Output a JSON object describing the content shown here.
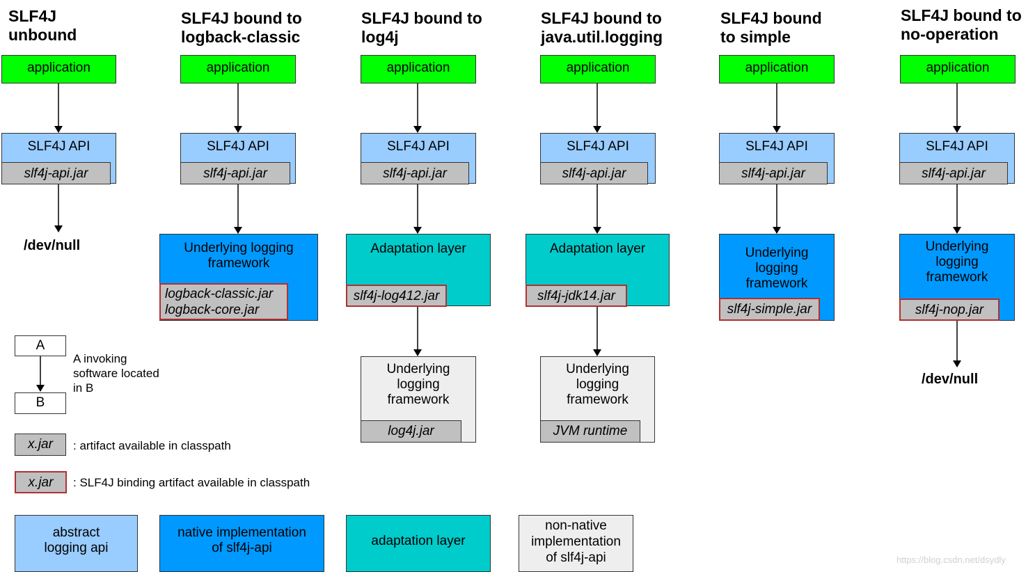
{
  "columns": [
    {
      "title": "SLF4J\nunbound",
      "application": "application",
      "api": "SLF4J API",
      "api_jar": "slf4j-api.jar",
      "terminal": "/dev/null"
    },
    {
      "title": "SLF4J bound to\nlogback-classic",
      "application": "application",
      "api": "SLF4J API",
      "api_jar": "slf4j-api.jar",
      "framework": "Underlying logging\nframework",
      "framework_jar": "logback-classic.jar\nlogback-core.jar"
    },
    {
      "title": "SLF4J bound to\nlog4j",
      "application": "application",
      "api": "SLF4J API",
      "api_jar": "slf4j-api.jar",
      "adaptation": "Adaptation layer",
      "adaptation_jar": "slf4j-log412.jar",
      "framework": "Underlying\nlogging\nframework",
      "framework_jar": "log4j.jar"
    },
    {
      "title": "SLF4J bound to\njava.util.logging",
      "application": "application",
      "api": "SLF4J API",
      "api_jar": "slf4j-api.jar",
      "adaptation": "Adaptation layer",
      "adaptation_jar": "slf4j-jdk14.jar",
      "framework": "Underlying\nlogging\nframework",
      "framework_jar": "JVM runtime"
    },
    {
      "title": "SLF4J bound\nto simple",
      "application": "application",
      "api": "SLF4J API",
      "api_jar": "slf4j-api.jar",
      "framework": "Underlying\nlogging\nframework",
      "framework_jar": "slf4j-simple.jar"
    },
    {
      "title": "SLF4J bound to\nno-operation",
      "application": "application",
      "api": "SLF4J API",
      "api_jar": "slf4j-api.jar",
      "framework": "Underlying\nlogging\nframework",
      "framework_jar": "slf4j-nop.jar",
      "terminal": "/dev/null"
    }
  ],
  "legend": {
    "a_label": "A",
    "b_label": "B",
    "invoke_text": "A invoking\nsoftware located\nin B",
    "jar_label": "x.jar",
    "jar_text": ": artifact available in classpath",
    "binding_jar_label": "x.jar",
    "binding_jar_text": ": SLF4J binding artifact available in classpath",
    "color_keys": [
      {
        "label": "abstract\nlogging api",
        "color": "#99ccff"
      },
      {
        "label": "native implementation\nof slf4j-api",
        "color": "#0099ff"
      },
      {
        "label": "adaptation layer",
        "color": "#00cccc"
      },
      {
        "label": "non-native\nimplementation\nof slf4j-api",
        "color": "#eeeeee"
      }
    ]
  },
  "colors": {
    "application": "#00ff00",
    "api": "#99ccff",
    "native": "#0099ff",
    "adaptation": "#00cccc",
    "non_native": "#eeeeee",
    "jar": "#c0c0c0",
    "binding_border": "#b03030"
  },
  "watermark": "https://blog.csdn.net/dsydly"
}
